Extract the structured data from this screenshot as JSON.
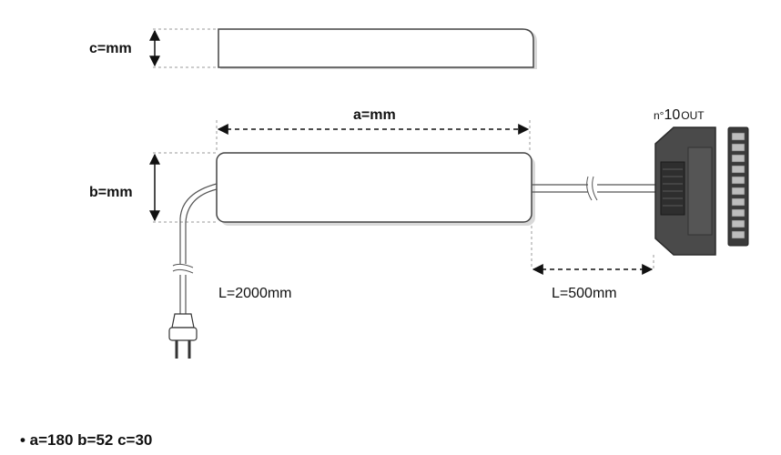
{
  "diagram": {
    "dimension_c_label": "c=mm",
    "dimension_a_label": "a=mm",
    "dimension_b_label": "b=mm",
    "cable_primary_label": "L=2000mm",
    "cable_secondary_label": "L=500mm",
    "output_count_prefix": "n°",
    "output_count_number": "10",
    "output_count_suffix": "OUT"
  },
  "spec": {
    "text": "• a=180 b=52 c=30"
  }
}
